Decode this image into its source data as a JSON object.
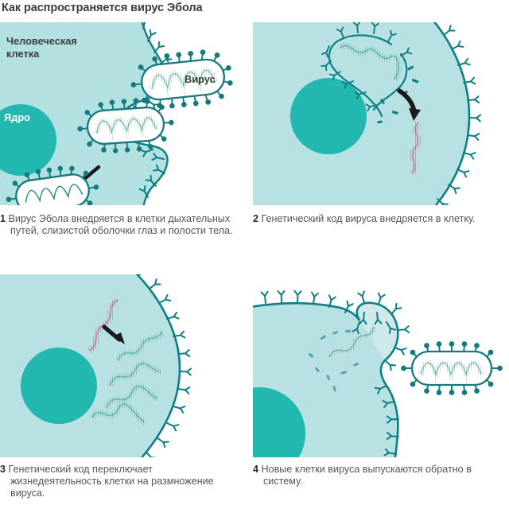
{
  "title": "Как распространяется вирус Эбола",
  "colors": {
    "cell_fill": "#b3e0e0",
    "cell_fill_alt": "#b7e1e2",
    "nucleus": "#22b8b0",
    "membrane_stroke": "#0d7f84",
    "virus_stroke": "#15797f",
    "rna_green": "#2e8f7f",
    "rna_pink": "#bf3068",
    "arrow": "#1a1a1a",
    "title_text": "#3b3b3b",
    "caption_text": "#555555",
    "panel_bg": "#ffffff"
  },
  "labels": {
    "human_cell": "Человеческая\nклетка",
    "human_cell_line1": "Человеческая",
    "human_cell_line2": "клетка",
    "nucleus": "Ядро",
    "virus": "Вирус"
  },
  "panels": [
    {
      "id": "panel-1",
      "number": "1",
      "caption": "Вирус Эбола внедряется в клетки дыхательных путей, слизистой оболочки глаз и полости тела.",
      "scene": "virus-attaching-to-cell-membrane"
    },
    {
      "id": "panel-2",
      "number": "2",
      "caption": "Генетический код вируса внедряется в клетку.",
      "scene": "viral-genetic-code-entering-cell"
    },
    {
      "id": "panel-3",
      "number": "3",
      "caption": "Генетический код переключает жизнедеятельность клетки на размножение вируса.",
      "scene": "genetic-code-replicating-inside-cell"
    },
    {
      "id": "panel-4",
      "number": "4",
      "caption": "Новые клетки вируса выпускаются обратно в систему.",
      "scene": "new-virus-budding-and-released"
    }
  ]
}
